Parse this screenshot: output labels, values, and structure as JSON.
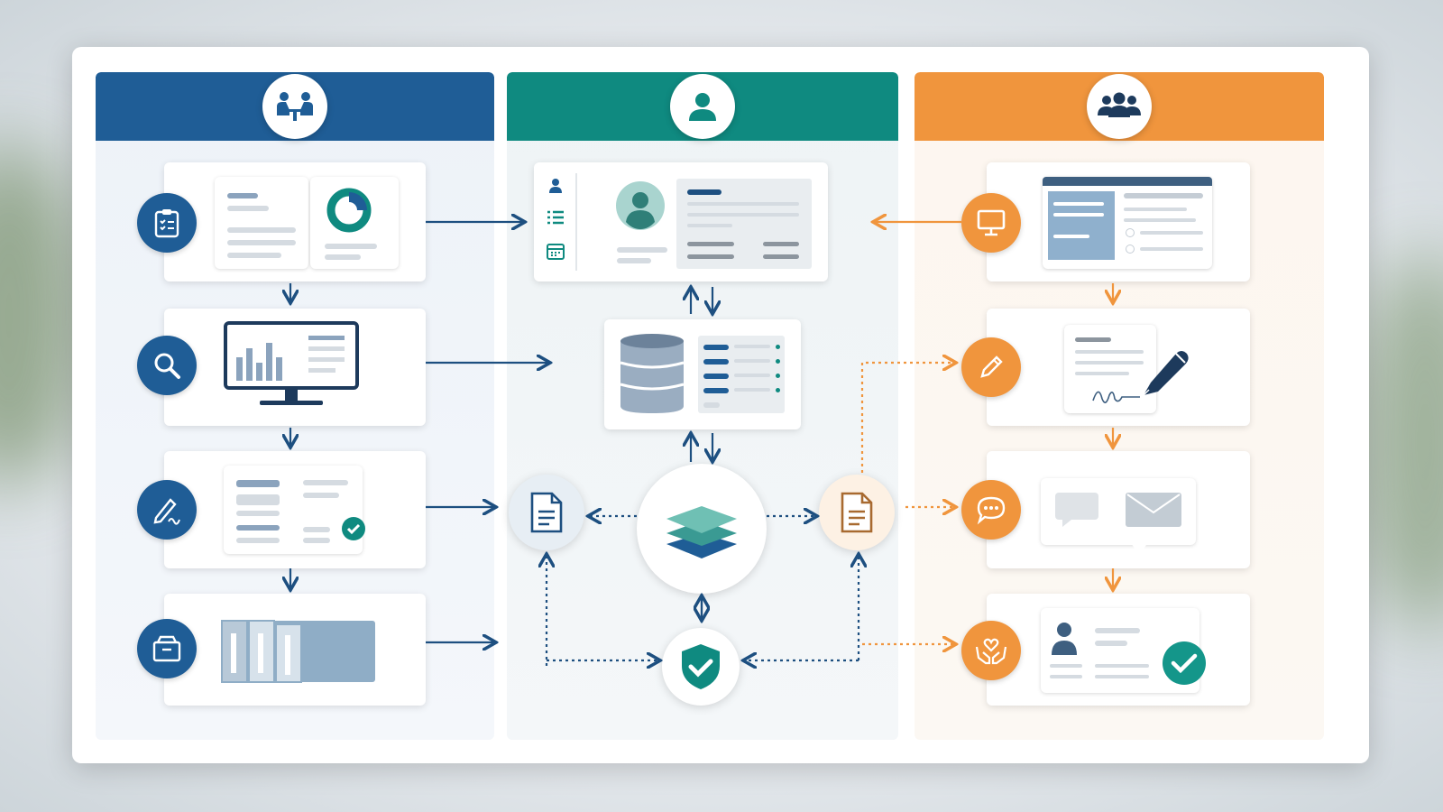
{
  "colors": {
    "blue": "#1f5d96",
    "teal": "#0f8a80",
    "orange": "#f0953d",
    "navy": "#1d4f80"
  },
  "columns": [
    {
      "icon": "meeting-icon",
      "rows": [
        "clipboard-icon",
        "search-icon",
        "pen-icon",
        "archive-icon"
      ]
    },
    {
      "icon": "user-icon",
      "rows": [
        "user-profile-panel",
        "database-panel",
        "layers-hub",
        "shield-check-icon"
      ]
    },
    {
      "icon": "team-icon",
      "rows": [
        "monitor-icon",
        "pencil-icon",
        "chat-icon",
        "care-hands-icon"
      ]
    }
  ]
}
